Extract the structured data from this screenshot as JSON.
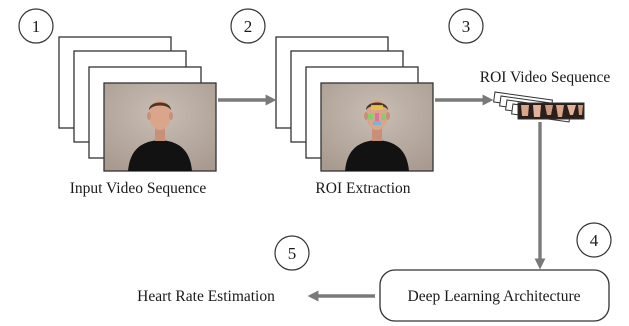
{
  "steps": [
    "1",
    "2",
    "3",
    "4",
    "5"
  ],
  "labels": {
    "input": "Input Video Sequence",
    "roi_extraction": "ROI Extraction",
    "roi_video": "ROI Video Sequence",
    "deep_learning": "Deep Learning Architecture",
    "heart_rate": "Heart Rate Estimation"
  },
  "colors": {
    "arrow": "#7a7a7a",
    "frame_stroke": "#333333",
    "wall": "#b9aca2",
    "shirt": "#121212",
    "skin": "#d9a68c",
    "roi_forehead": "#e8c341",
    "roi_cheek": "#7fcf6a",
    "roi_nose": "#e06aa0"
  }
}
